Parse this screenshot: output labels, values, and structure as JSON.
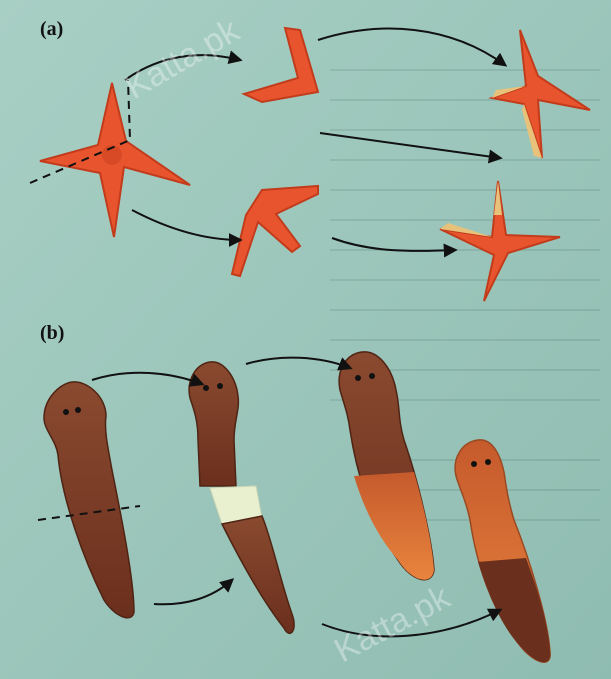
{
  "panels": [
    {
      "label": "(a)"
    },
    {
      "label": "(b)"
    }
  ],
  "watermarks": [
    "Katta.pk",
    "Katta.pk"
  ],
  "colors": {
    "background": "#9fc7bd",
    "starfish": "#e8542e",
    "starfish_regrowth": "#e8c27a",
    "planarian_dark": "#7a3b26",
    "planarian_light": "#c86a35",
    "wound": "#e8f0d0",
    "arrow": "#111111"
  }
}
